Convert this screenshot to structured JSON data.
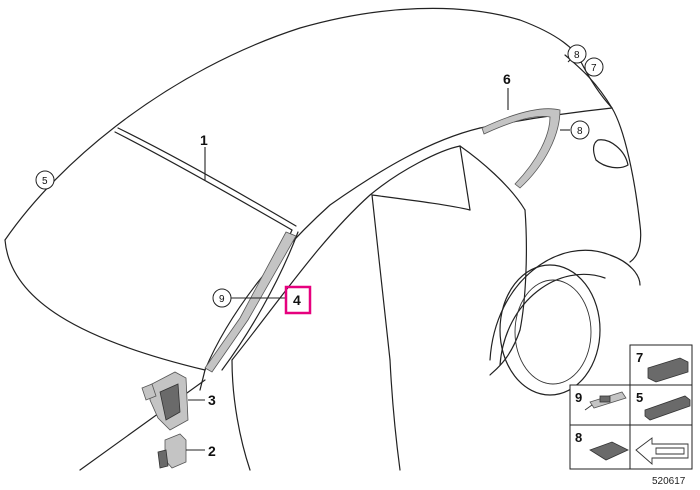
{
  "callouts": {
    "p1": "1",
    "p2": "2",
    "p3": "3",
    "p4": "4",
    "p6": "6",
    "c5": "5",
    "c7": "7",
    "c8a": "8",
    "c8b": "8",
    "c9": "9"
  },
  "legend": {
    "l7": "7",
    "l9": "9",
    "l5": "5",
    "l8": "8"
  },
  "doc_number": "520617",
  "colors": {
    "highlight": "#e6007e"
  }
}
